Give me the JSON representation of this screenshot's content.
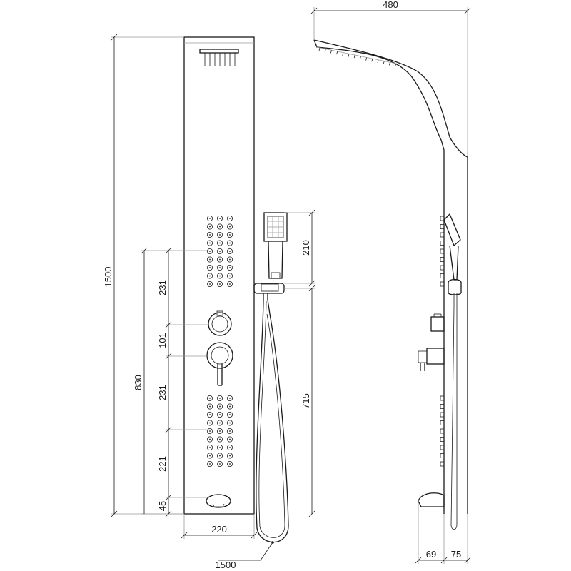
{
  "front_view": {
    "dimensions": {
      "total_height": "1500",
      "width": "220",
      "hose_length": "1500",
      "handshower_height": "210",
      "holder_height": "715",
      "controls_span": "830",
      "upper_jets_to_knob": "231",
      "knob_spacing": "101",
      "lever_to_lower_jets": "231",
      "lower_jets_to_spout": "221",
      "spout_to_floor": "45"
    }
  },
  "side_view": {
    "dimensions": {
      "overhead_reach": "480",
      "panel_depth": "69",
      "hose_offset": "75"
    }
  }
}
